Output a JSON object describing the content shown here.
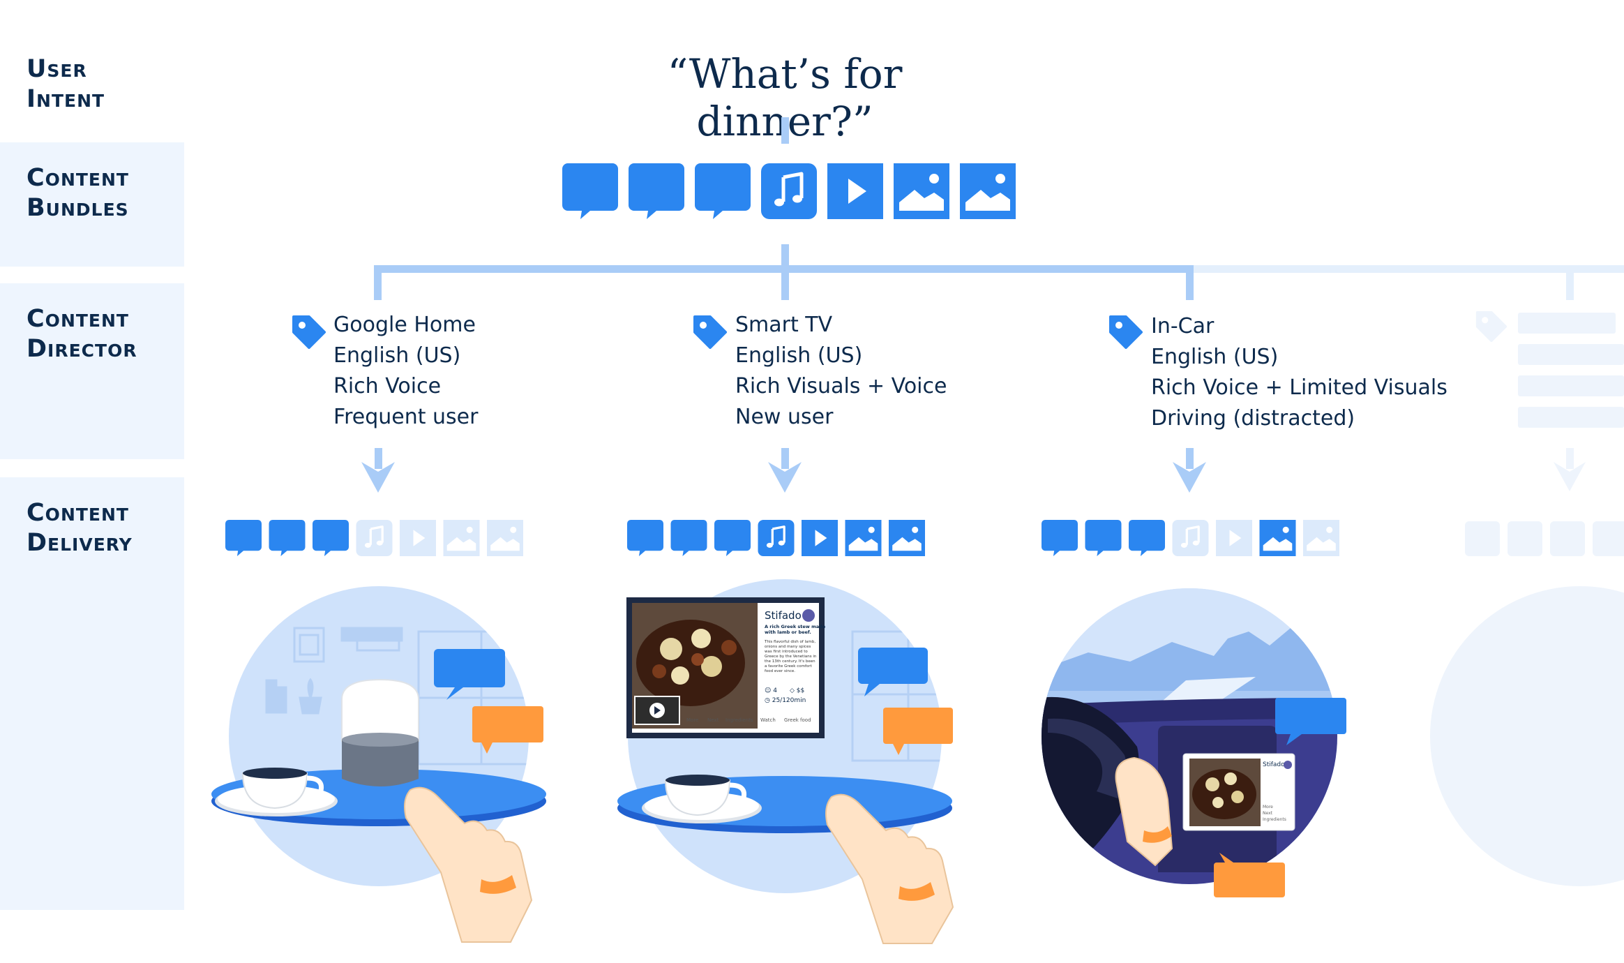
{
  "question": "“What’s for dinner?”",
  "rows": {
    "user_intent": "User\nIntent",
    "content_bundles": "Content\nBundles",
    "content_director": "Content\nDirector",
    "content_delivery": "Content\nDelivery"
  },
  "bundle_icons": [
    "chat-icon",
    "chat-icon",
    "chat-icon",
    "music-icon",
    "play-icon",
    "image-icon",
    "image-icon"
  ],
  "devices": [
    {
      "lines": [
        "Google Home",
        "English (US)",
        "Rich Voice",
        "Frequent user"
      ],
      "enabled": [
        true,
        true,
        true,
        false,
        false,
        false,
        false
      ]
    },
    {
      "lines": [
        "Smart TV",
        "English (US)",
        "Rich Visuals + Voice",
        "New user"
      ],
      "enabled": [
        true,
        true,
        true,
        true,
        true,
        true,
        true
      ]
    },
    {
      "lines": [
        "In-Car",
        "English (US)",
        "Rich Voice + Limited Visuals",
        "Driving (distracted)"
      ],
      "enabled": [
        true,
        true,
        true,
        false,
        false,
        true,
        false
      ]
    }
  ],
  "recipe_card": {
    "title": "Stifado",
    "subtitle": "A rich Greek stew made with lamb or beef.",
    "body": "This flavorful dish of lamb, onions and many spices was first introduced to Greece by the Venetians in the 13th century. It's been a favorite Greek comfort food ever since.",
    "servings": "4",
    "price": "$$",
    "time": "25/120min",
    "actions": [
      "More",
      "Next",
      "Ingredients",
      "Watch",
      "Greek food"
    ],
    "car_actions": [
      "More",
      "Next",
      "Ingredients"
    ]
  },
  "colors": {
    "accent": "#2b86f0",
    "light_accent": "#a9ccf7",
    "pale": "#dceafb",
    "label_bg": "#eef5fe",
    "text": "#0d2a4c",
    "orange": "#ff9a3d"
  }
}
